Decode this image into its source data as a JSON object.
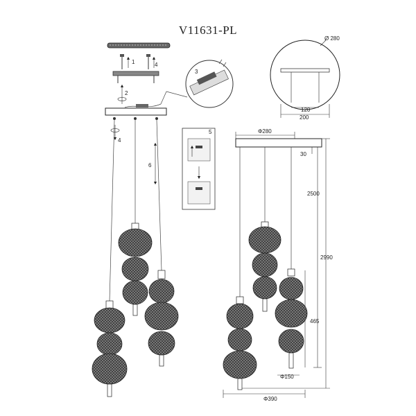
{
  "title": "V11631-PL",
  "steps": [
    "1",
    "2",
    "3",
    "4",
    "4",
    "5",
    "6"
  ],
  "circle_detail": {
    "diameter": "Ø 280",
    "inner_width": "120",
    "outer_width": "200"
  },
  "dimensions": {
    "canopy_diameter": "Φ280",
    "canopy_height": "30",
    "cable_length": "2500",
    "total_height": "2990",
    "pendant_length": "465",
    "shade_diameter": "Φ150",
    "overall_width": "Φ390"
  }
}
